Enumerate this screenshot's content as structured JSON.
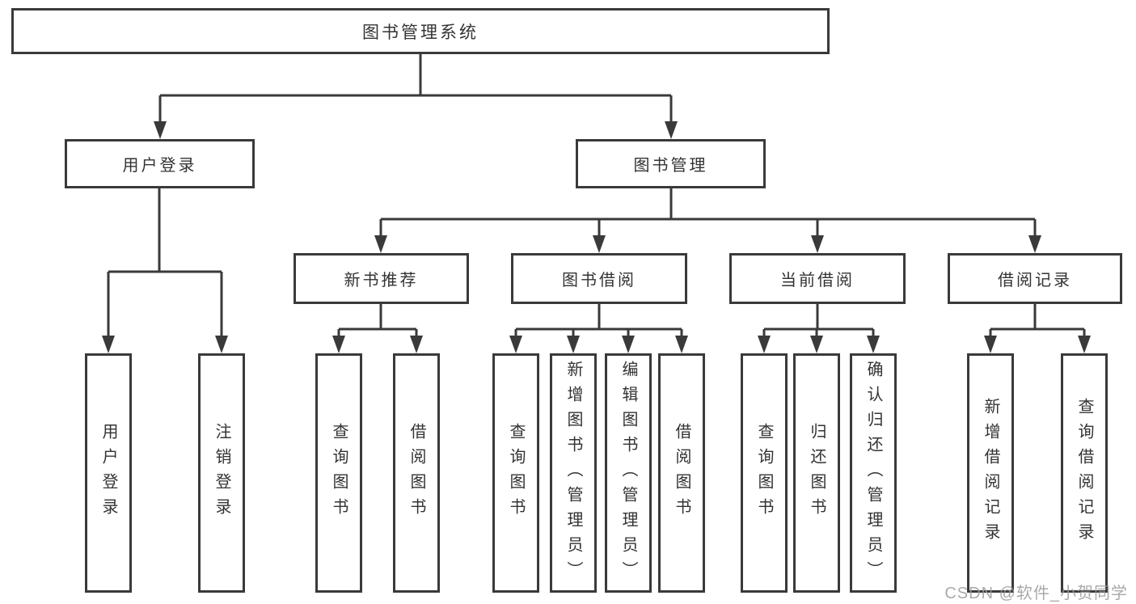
{
  "nodes": {
    "root": "图书管理系统",
    "user_login": "用户登录",
    "book_management": "图书管理",
    "new_book_recommend": "新书推荐",
    "book_borrowing": "图书借阅",
    "current_borrowing": "当前借阅",
    "borrowing_records": "借阅记录",
    "leaf_user_login": "用户登录",
    "leaf_logout": "注销登录",
    "nbr_query_books": "查询图书",
    "nbr_borrow_books": "借阅图书",
    "bb_query_books": "查询图书",
    "bb_add_books_admin": "新增图书（管理员）",
    "bb_edit_books_admin": "编辑图书（管理员）",
    "bb_borrow_books": "借阅图书",
    "cb_query_books": "查询图书",
    "cb_return_books": "归还图书",
    "cb_confirm_return_admin": "确认归还（管理员）",
    "br_add_record": "新增借阅记录",
    "br_query_record": "查询借阅记录"
  },
  "watermark": "CSDN @软件_小贺同学",
  "colors": {
    "line": "#3a3a3a",
    "text": "#333333",
    "watermark": "#9b9b9b",
    "background": "#ffffff"
  }
}
